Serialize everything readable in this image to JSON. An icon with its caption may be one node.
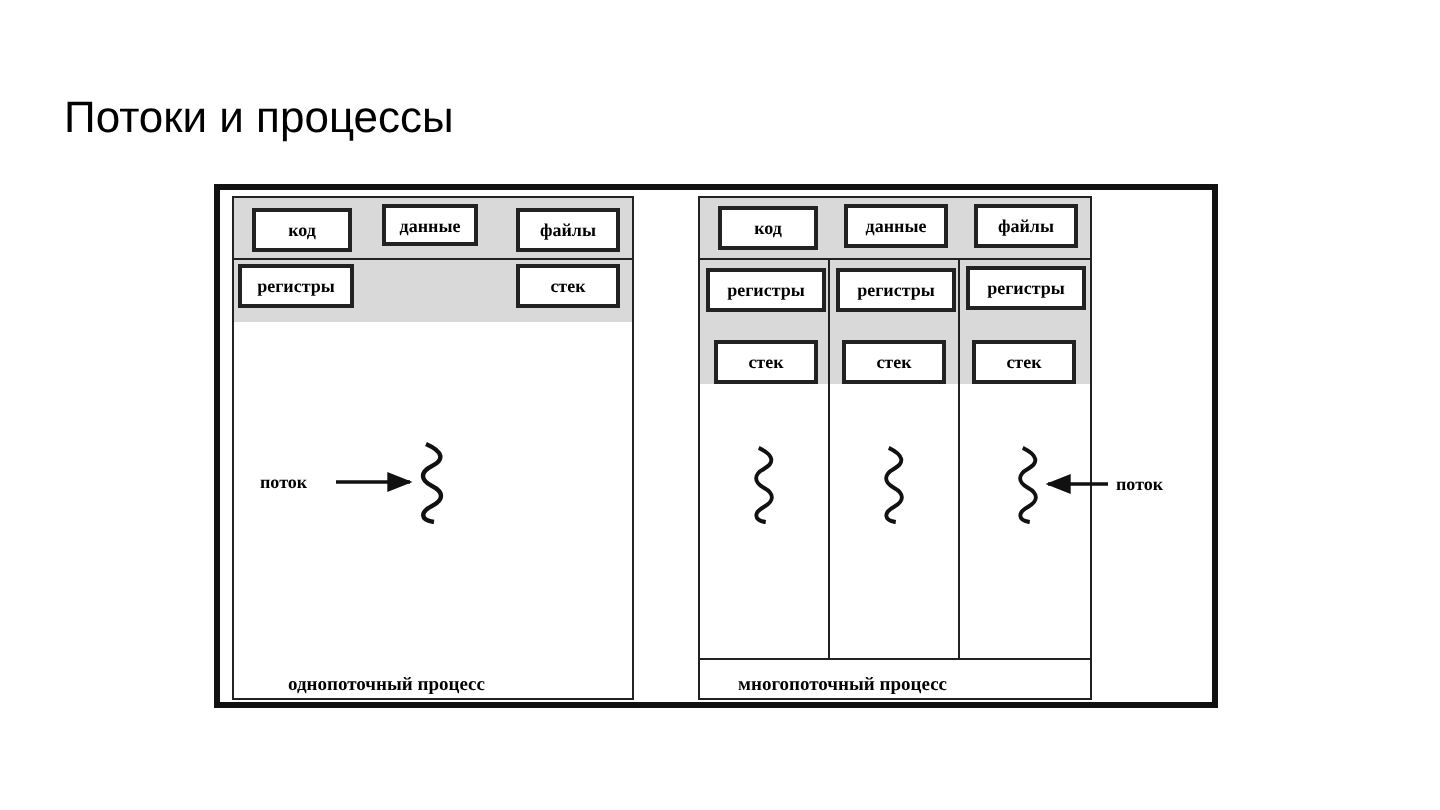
{
  "diagram": {
    "title": "Потоки и процессы",
    "nodes": [
      {
        "text": [],
        "shape": "box"
      },
      {
        "text": [
          "однопоточный процесс"
        ],
        "in": 0
      },
      {
        "text": [
          "код"
        ],
        "in": 1
      },
      {
        "text": [
          "данные"
        ],
        "in": 1
      },
      {
        "text": [
          "файлы"
        ],
        "in": 1
      },
      {
        "text": [
          "регистры"
        ],
        "in": 1
      },
      {
        "text": [
          "стек"
        ],
        "in": 1
      },
      {
        "text": [
          "поток"
        ],
        "in": 1
      },
      {
        "text": [],
        "shape": "wave",
        "in": 1
      },
      {
        "text": [
          "многопоточный процесс"
        ],
        "in": 0
      },
      {
        "text": [
          "код"
        ],
        "in": 9
      },
      {
        "text": [
          "данные"
        ],
        "in": 9
      },
      {
        "text": [
          "файлы"
        ],
        "in": 9
      },
      {
        "text": [],
        "shape": "box",
        "in": 9
      },
      {
        "text": [
          "регистры"
        ],
        "in": 13
      },
      {
        "text": [
          "стек"
        ],
        "in": 13
      },
      {
        "text": [],
        "shape": "wave",
        "in": 13
      },
      {
        "text": [],
        "shape": "box",
        "in": 9
      },
      {
        "text": [
          "регистры"
        ],
        "in": 17
      },
      {
        "text": [
          "стек"
        ],
        "in": 17
      },
      {
        "text": [],
        "shape": "wave",
        "in": 17
      },
      {
        "text": [],
        "shape": "box",
        "in": 9
      },
      {
        "text": [
          "регистры"
        ],
        "in": 21
      },
      {
        "text": [
          "стек"
        ],
        "in": 21
      },
      {
        "text": [],
        "shape": "wave",
        "in": 21
      },
      {
        "text": [
          "поток"
        ],
        "in": 0
      }
    ],
    "edges": [
      {
        "from": 7,
        "to": 8,
        "arrow": "to"
      },
      {
        "from": 25,
        "to": 24,
        "arrow": "to"
      }
    ]
  }
}
